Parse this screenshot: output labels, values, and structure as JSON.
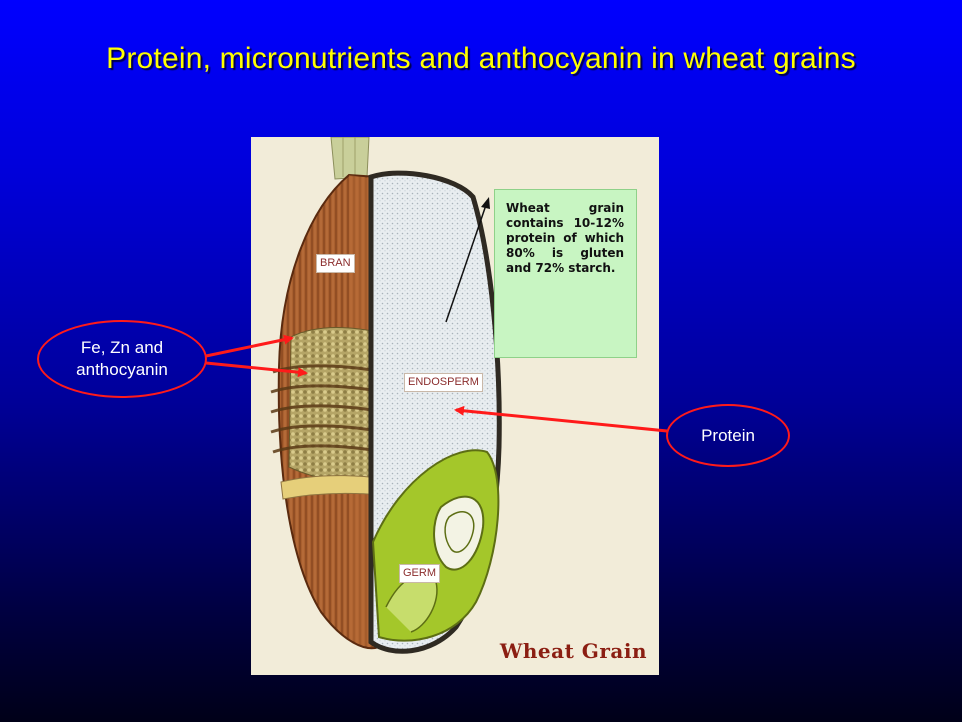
{
  "slide": {
    "title": "Protein, micronutrients and anthocyanin in wheat grains"
  },
  "figure": {
    "labels": {
      "bran": "BRAN",
      "endosperm": "ENDOSPERM",
      "germ": "GERM"
    },
    "info_box": "Wheat grain contains 10-12% protein of which 80% is gluten and 72% starch.",
    "caption": "Wheat Grain"
  },
  "callouts": {
    "fe_zn": "Fe, Zn and anthocyanin",
    "protein": "Protein"
  },
  "colors": {
    "title": "#ffff00",
    "callout_border": "#ff1a1a",
    "arrow": "#ff1a1a",
    "info_box": "#c8f5c2",
    "bran": "#a9602f",
    "endosperm": "#e6ebee",
    "germ": "#a4c72a",
    "caption": "#8b1e12"
  }
}
